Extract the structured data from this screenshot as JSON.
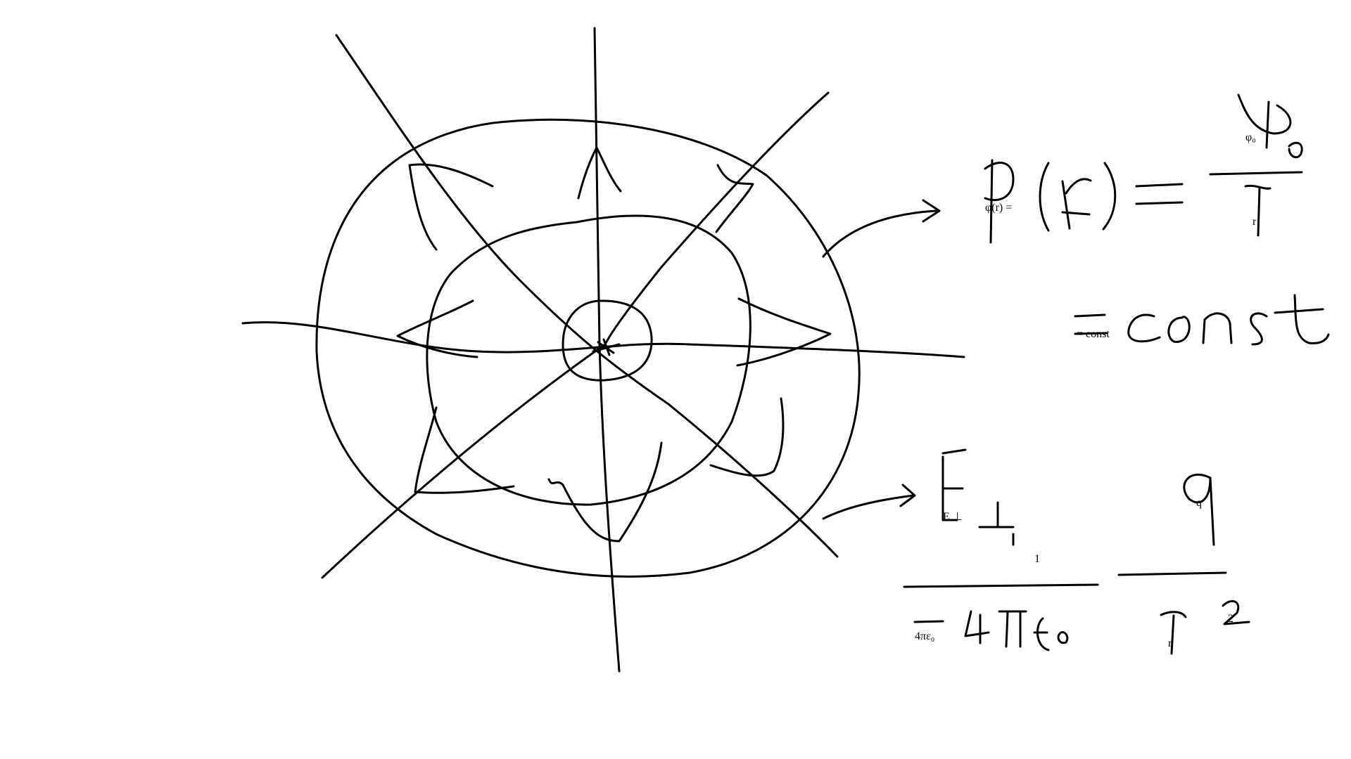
{
  "annotations": {
    "potential_numerator": "φ₀",
    "potential_lhs": "φ(r) =",
    "potential_denominator": "r",
    "potential_const": "= const",
    "field_lhs": "E ⊥",
    "field_prefactor_num": "1",
    "field_prefactor_den": "4πε₀",
    "field_q": "q",
    "field_r2": "r",
    "field_exp": "2"
  },
  "ink_color": "#000000"
}
